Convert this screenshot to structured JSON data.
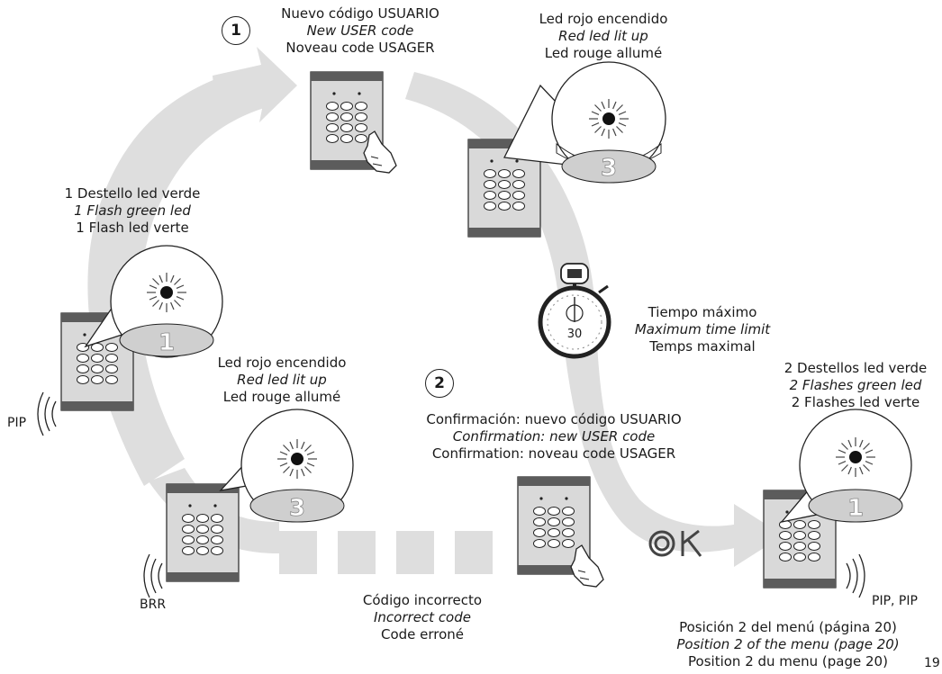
{
  "steps": {
    "step1": "1",
    "step2": "2"
  },
  "new_user_code": {
    "es": "Nuevo código USUARIO",
    "en": "New USER code",
    "fr": "Noveau code USAGER"
  },
  "red_led_top": {
    "es": "Led rojo encendido",
    "en": "Red led lit up",
    "fr": "Led rouge allumé"
  },
  "one_flash": {
    "es": "1 Destello led verde",
    "en": "1 Flash green led",
    "fr": "1 Flash led verte"
  },
  "red_led_mid": {
    "es": "Led rojo encendido",
    "en": "Red led lit up",
    "fr": "Led rouge allumé"
  },
  "max_time": {
    "es": "Tiempo máximo",
    "en": "Maximum time limit",
    "fr": "Temps maximal",
    "seconds": "30"
  },
  "two_flashes": {
    "es": "2 Destellos led verde",
    "en": "2 Flashes green led",
    "fr": "2 Flashes led verte"
  },
  "confirmation": {
    "es": "Confirmación: nuevo código USUARIO",
    "en": "Confirmation: new USER code",
    "fr": "Confirmation: noveau code USAGER"
  },
  "incorrect": {
    "es": "Código incorrecto",
    "en": "Incorrect code",
    "fr": "Code erroné"
  },
  "menu_position": {
    "es": "Posición 2 del menú (página 20)",
    "en": "Position 2 of the menu (page 20)",
    "fr": "Position 2 du menu (page 20)"
  },
  "sounds": {
    "pip": "PIP",
    "brr": "BRR",
    "pip_pip": "PIP, PIP"
  },
  "ok_label": "OK",
  "page_number": "19"
}
